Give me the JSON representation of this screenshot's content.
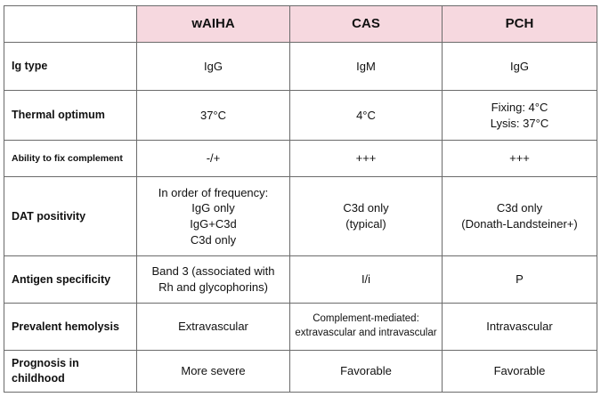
{
  "table": {
    "headers": [
      "",
      "wAIHA",
      "CAS",
      "PCH"
    ],
    "rows": [
      {
        "label": "Ig type",
        "cells": [
          [
            "IgG"
          ],
          [
            "IgM"
          ],
          [
            "IgG"
          ]
        ]
      },
      {
        "label": "Thermal optimum",
        "cells": [
          [
            "37°C"
          ],
          [
            "4°C"
          ],
          [
            "Fixing:  4°C",
            "Lysis:  37°C"
          ]
        ]
      },
      {
        "label": "Ability to fix complement",
        "cells": [
          [
            "-/+"
          ],
          [
            "+++"
          ],
          [
            "+++"
          ]
        ]
      },
      {
        "label": "DAT positivity",
        "cells": [
          [
            "In order of frequency:",
            "IgG only",
            "IgG+C3d",
            "C3d only"
          ],
          [
            "C3d only",
            "(typical)"
          ],
          [
            "C3d only",
            "(Donath-Landsteiner+)"
          ]
        ]
      },
      {
        "label": "Antigen specificity",
        "cells": [
          [
            "Band 3 (associated with",
            "Rh and glycophorins)"
          ],
          [
            "I/i"
          ],
          [
            "P"
          ]
        ]
      },
      {
        "label": "Prevalent hemolysis",
        "cells": [
          [
            "Extravascular"
          ],
          [
            "Complement-mediated:",
            "extravascular and intravascular"
          ],
          [
            "Intravascular"
          ]
        ]
      },
      {
        "label": "Prognosis in childhood",
        "cells": [
          [
            "More severe"
          ],
          [
            "Favorable"
          ],
          [
            "Favorable"
          ]
        ]
      }
    ]
  },
  "colors": {
    "header_fill": "#f6d8df",
    "border": "#6b6b6b"
  }
}
